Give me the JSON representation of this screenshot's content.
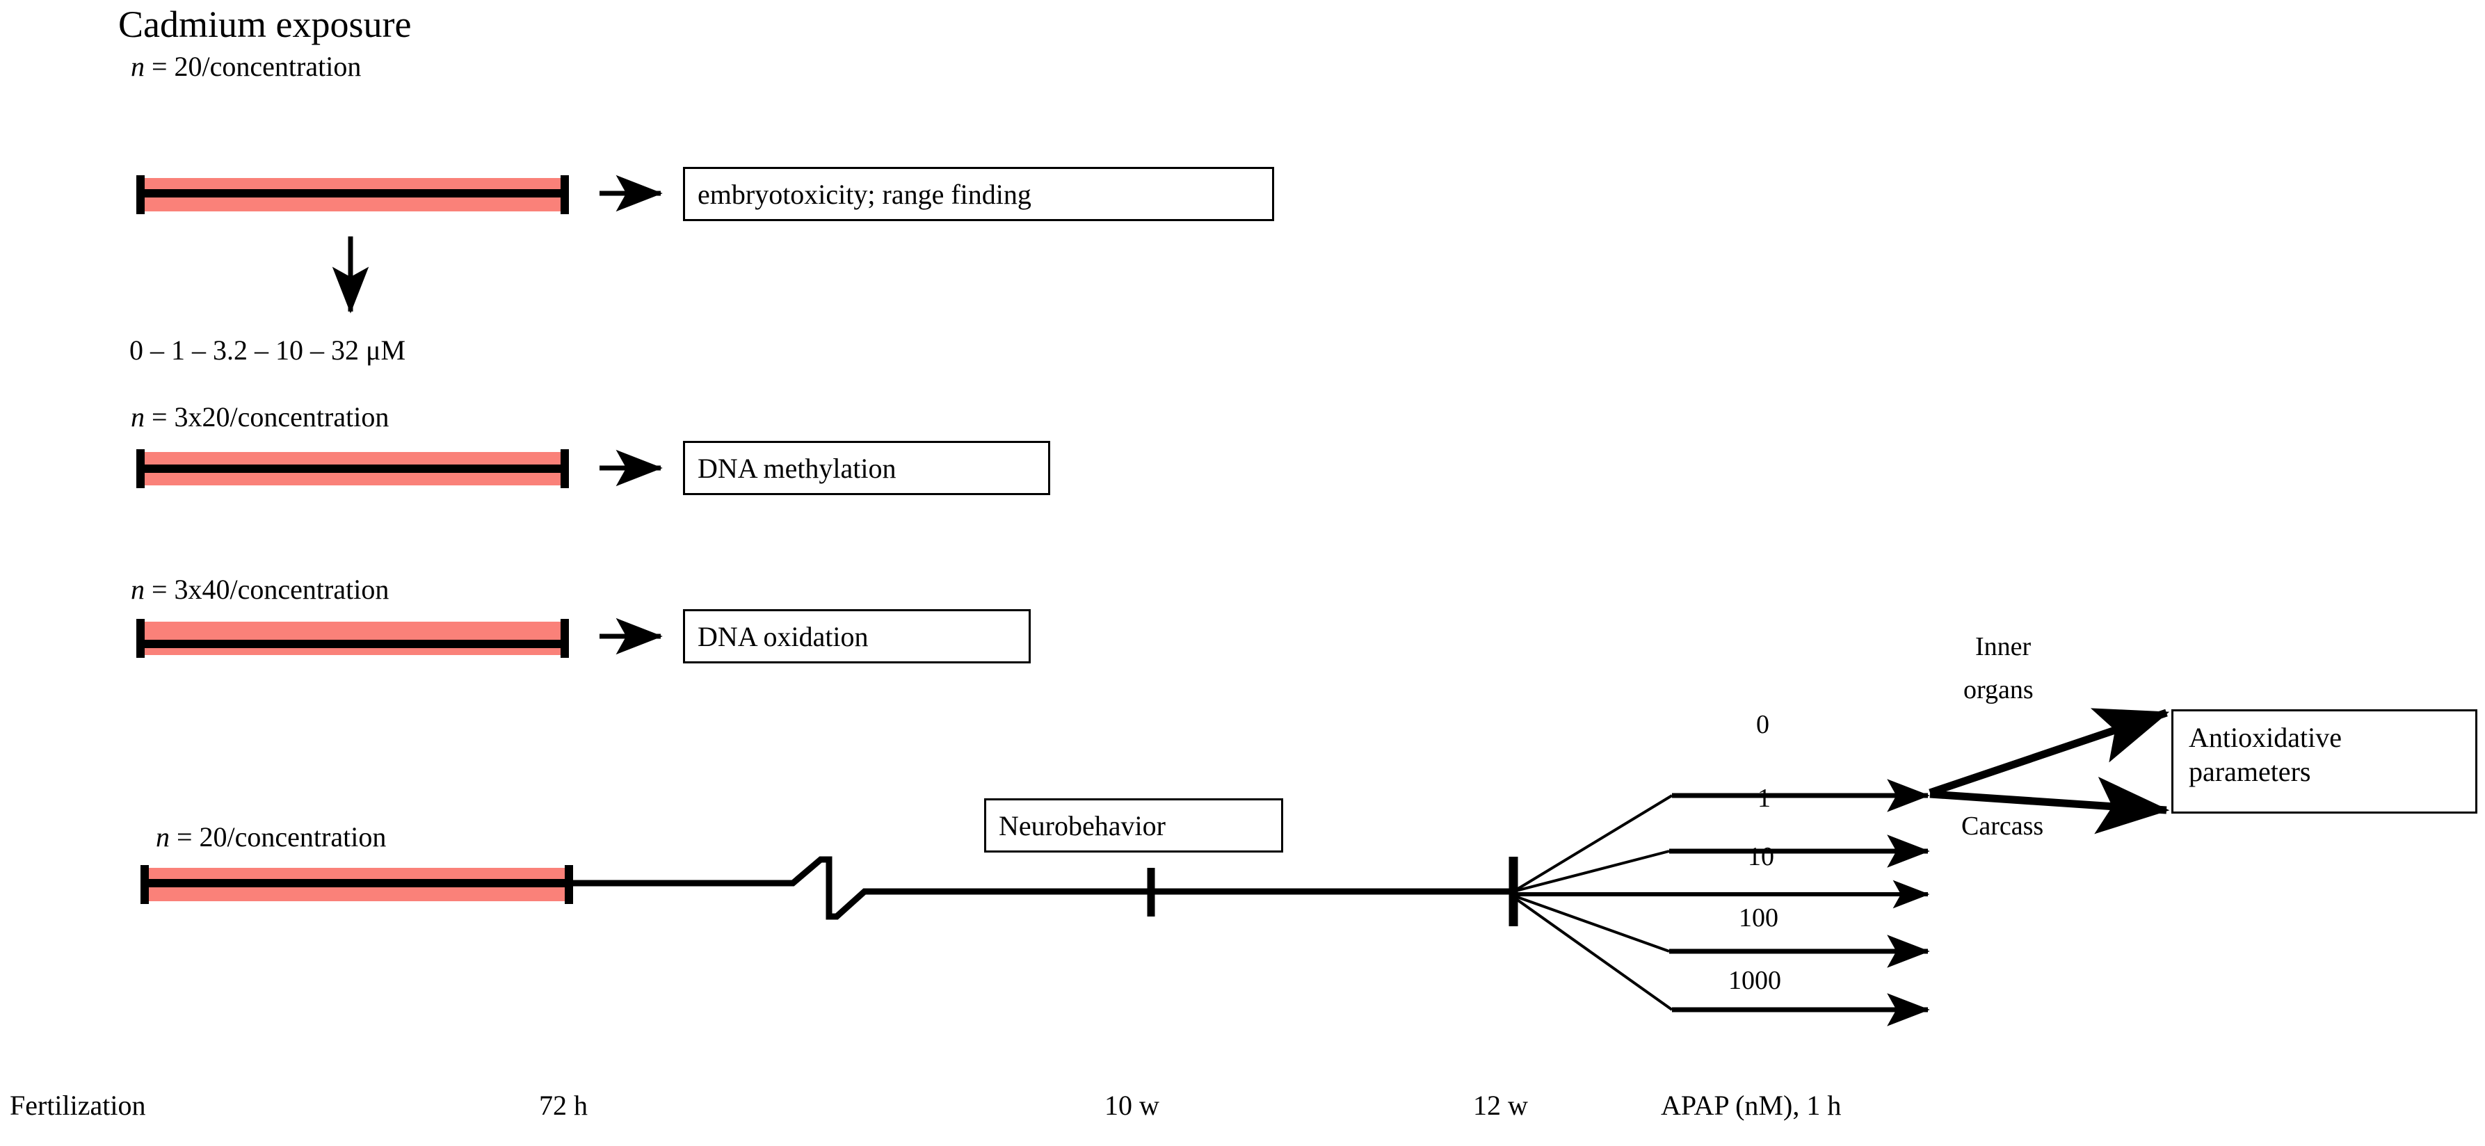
{
  "title": "Cadmium exposure",
  "exposure_bars": [
    {
      "id": "range-finding",
      "n_label": "n = 20/concentration",
      "outcome": "embryotoxicity; range finding"
    },
    {
      "id": "dna-methylation",
      "n_label": "n = 3x20/concentration",
      "outcome": "DNA methylation"
    },
    {
      "id": "dna-oxidation",
      "n_label": "n = 3x40/concentration",
      "outcome": "DNA oxidation"
    },
    {
      "id": "main-timeline",
      "n_label": "n = 20/concentration",
      "outcome": ""
    }
  ],
  "concentrations": "0 – 1 – 3.2 – 10 – 32 μM",
  "timeline": {
    "neurobehavior_box": "Neurobehavior",
    "axis_labels": [
      {
        "text": "Fertilization"
      },
      {
        "text": "72 h"
      },
      {
        "text": "10 w"
      },
      {
        "text": "12 w"
      },
      {
        "text": "APAP (nM), 1 h"
      }
    ]
  },
  "apap_doses": [
    "0",
    "1",
    "10",
    "100",
    "1000"
  ],
  "routes": [
    {
      "label_line1": "Inner",
      "label_line2": "organs"
    },
    {
      "label_line1": "Carcass",
      "label_line2": ""
    }
  ],
  "endpoint_box": {
    "line1": "Antioxidative",
    "line2": "parameters"
  },
  "colors": {
    "exposure_bar": "#fa8179",
    "line": "#000000",
    "background": "#ffffff"
  }
}
